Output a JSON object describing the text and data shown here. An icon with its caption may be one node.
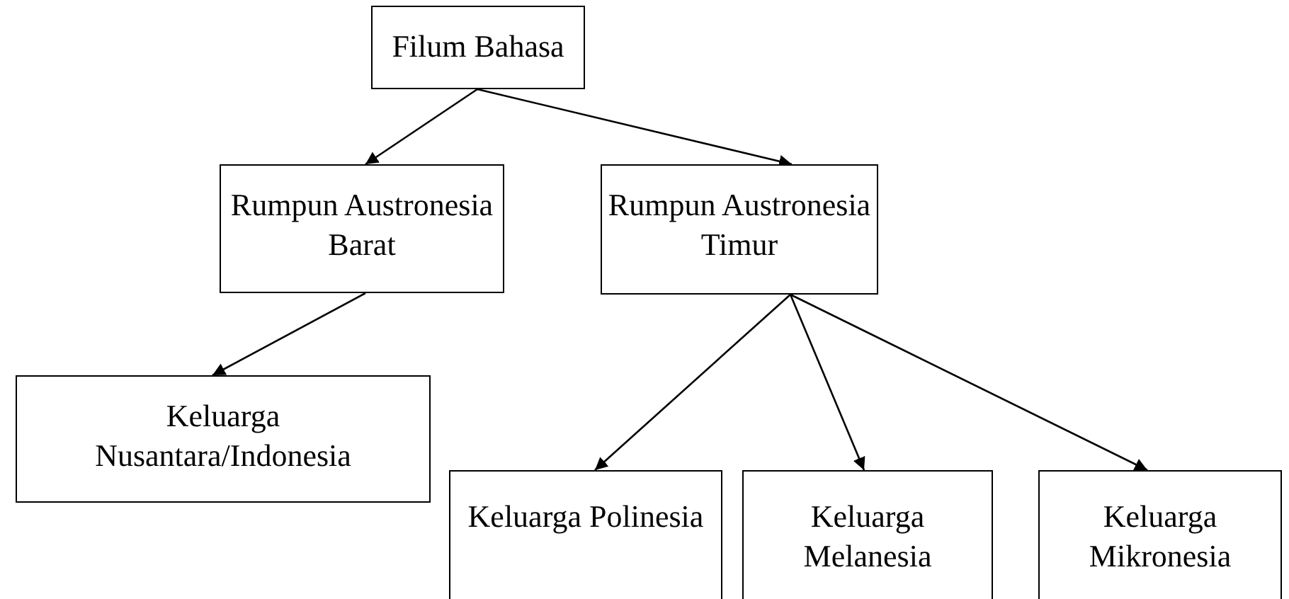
{
  "diagram": {
    "nodes": [
      {
        "text": [
          "Filum Bahasa"
        ]
      },
      {
        "text": [
          "Rumpun Austronesia Barat"
        ]
      },
      {
        "text": [
          "Rumpun Austronesia Timur"
        ]
      },
      {
        "text": [
          "Keluarga Nusantara/Indonesia"
        ]
      },
      {
        "text": [
          "Keluarga Polinesia"
        ]
      },
      {
        "text": [
          "Keluarga Melanesia"
        ]
      },
      {
        "text": [
          "Keluarga Mikronesia"
        ]
      }
    ],
    "edges": [
      {
        "from": 0,
        "to": 1,
        "arrow": "to"
      },
      {
        "from": 0,
        "to": 2,
        "arrow": "to"
      },
      {
        "from": 1,
        "to": 3,
        "arrow": "to"
      },
      {
        "from": 2,
        "to": 4,
        "arrow": "to"
      },
      {
        "from": 2,
        "to": 5,
        "arrow": "to"
      },
      {
        "from": 2,
        "to": 6,
        "arrow": "to"
      }
    ]
  }
}
